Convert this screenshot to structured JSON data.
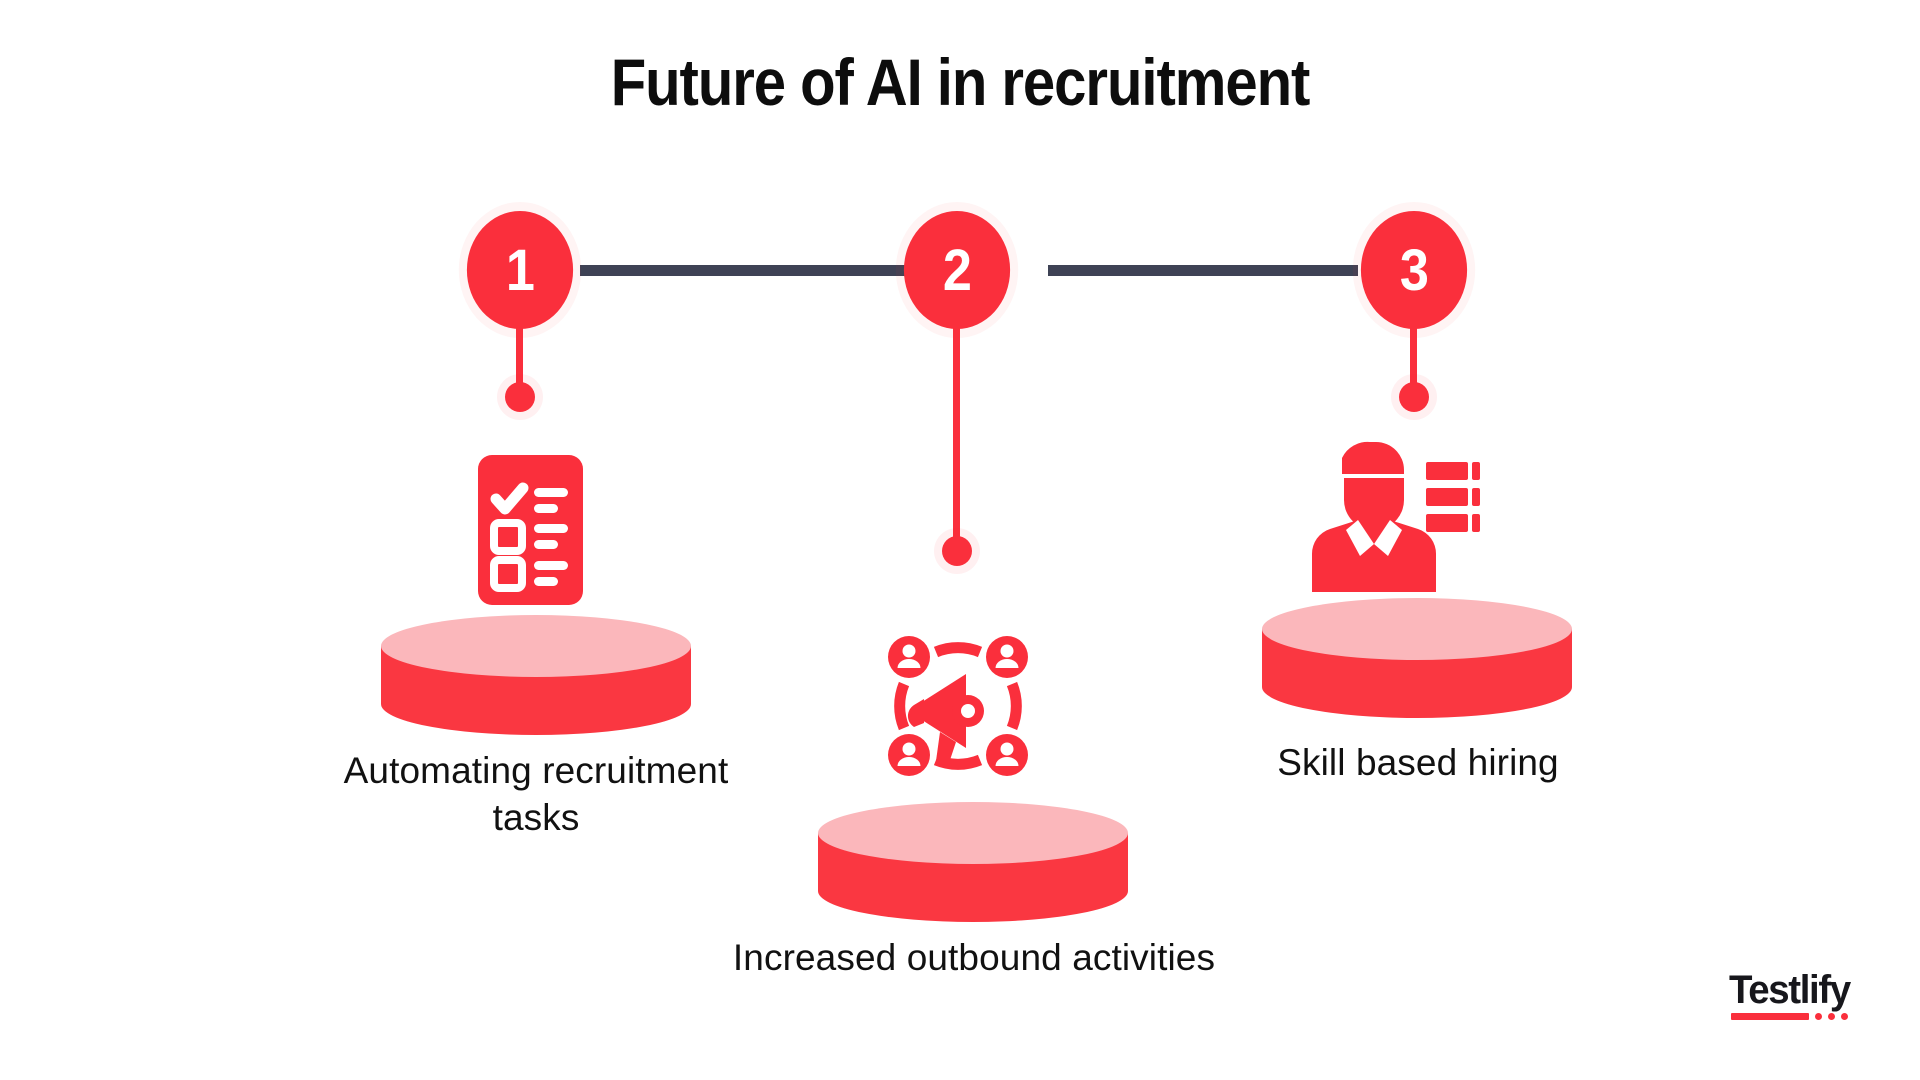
{
  "page": {
    "title": "Future of AI in recruitment",
    "background_color": "#ffffff",
    "accent_color": "#fa2f3c",
    "pedestal_top_color": "#fbb7bb",
    "pedestal_body_color": "#fa3741",
    "connector_color": "#3e4255",
    "text_color": "#111111"
  },
  "timeline": {
    "nodes": [
      {
        "number": "1",
        "label": "Automating recruitment tasks",
        "icon": "checklist-icon"
      },
      {
        "number": "2",
        "label": "Increased outbound activities",
        "icon": "megaphone-audience-icon"
      },
      {
        "number": "3",
        "label": "Skill based hiring",
        "icon": "person-skills-icon"
      }
    ]
  },
  "logo": {
    "name": "Testlify",
    "underline_color": "#fa2f3c",
    "dots": 3
  }
}
